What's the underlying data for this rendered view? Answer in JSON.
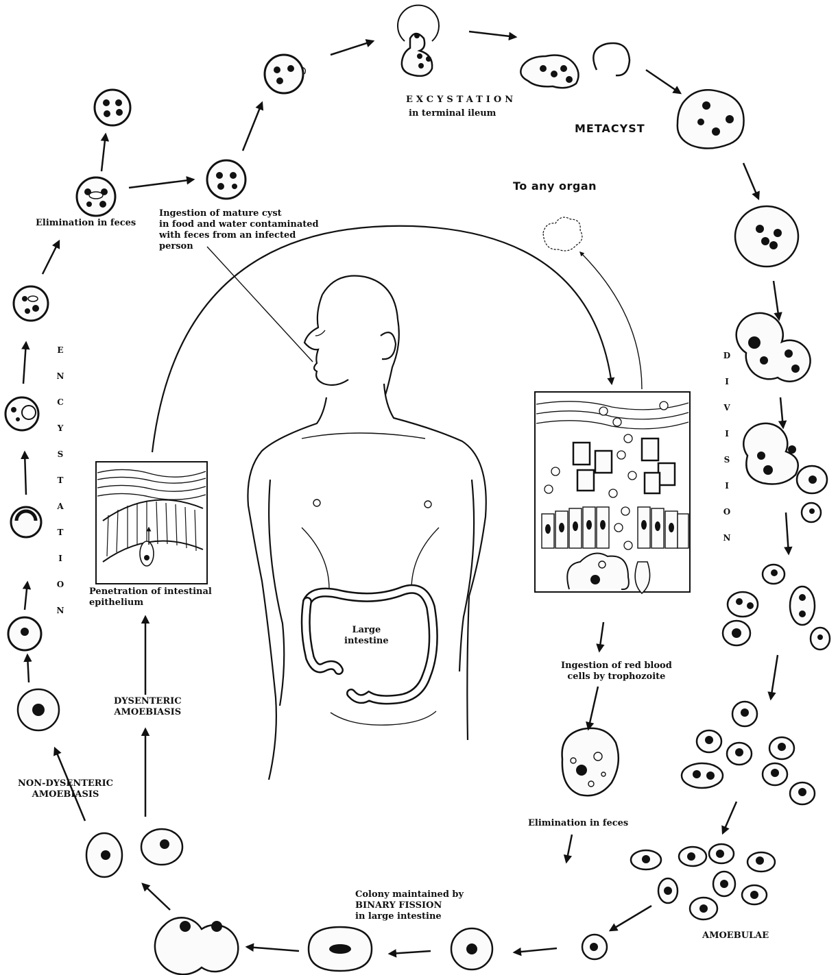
{
  "labels": {
    "excystation": "EXCYSTATION",
    "excystation_site": "in terminal ileum",
    "metacyst": "METACYST",
    "to_any_organ": "To any organ",
    "elimination_cyst": "Elimination in feces",
    "ingestion_cyst": "Ingestion of mature cyst\nin food and water contaminated\nwith feces from an infected\nperson",
    "large_intestine": "Large\nintestine",
    "penetration": "Penetration of intestinal\nepithelium",
    "dysenteric": "DYSENTERIC\nAMOEBIASIS",
    "non_dysenteric": "NON-DYSENTERIC\nAMOEBIASIS",
    "ingestion_rbc": "Ingestion of red blood\ncells by trophozoite",
    "elimination_troph": "Elimination in feces",
    "colony": "Colony maintained by\nBINARY FISSION\nin large intestine",
    "amoebulae": "AMOEBULAE"
  },
  "vertical_labels": {
    "encystation": [
      "E",
      "N",
      "C",
      "Y",
      "S",
      "T",
      "A",
      "T",
      "I",
      "O",
      "N"
    ],
    "division": [
      "D",
      "I",
      "V",
      "I",
      "S",
      "I",
      "O",
      "N"
    ]
  },
  "colors": {
    "ink": "#111111",
    "paper": "#ffffff"
  }
}
